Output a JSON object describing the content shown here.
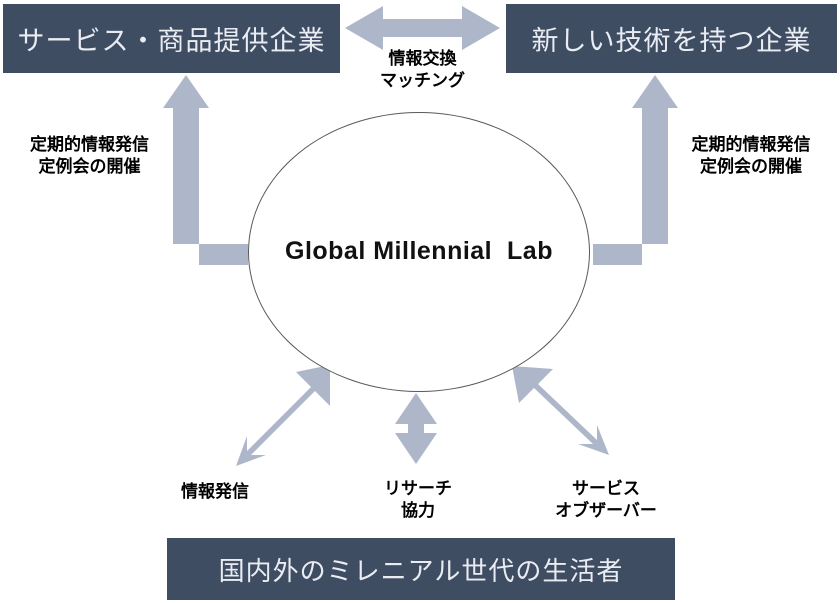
{
  "diagram": {
    "title_center": "Global Millennial  Lab",
    "boxes": {
      "top_left": "サービス・商品提供企業",
      "top_right": "新しい技術を持つ企業",
      "bottom": "国内外のミレニアル世代の生活者"
    },
    "captions": {
      "exchange": "情報交換\nマッチング",
      "left_flow": "定期的情報発信\n定例会の開催",
      "right_flow": "定期的情報発信\n定例会の開催",
      "bottom_left": "情報発信",
      "bottom_center": "リサーチ\n協力",
      "bottom_right": "サービス\nオブザーバー"
    },
    "colors": {
      "box_fill": "#3f4d63",
      "box_text": "#e9ecf2",
      "arrow_fill": "#aeb7ca",
      "ellipse_stroke": "#5a5a5a",
      "background": "#ffffff",
      "caption_text": "#000000"
    },
    "icons": {
      "double_arrow_horizontal": "double-arrow-horizontal-icon",
      "double_arrow_vertical": "double-arrow-vertical-icon",
      "double_arrow_diagonal": "double-arrow-diagonal-icon",
      "elbow_arrow": "elbow-arrow-icon"
    }
  }
}
